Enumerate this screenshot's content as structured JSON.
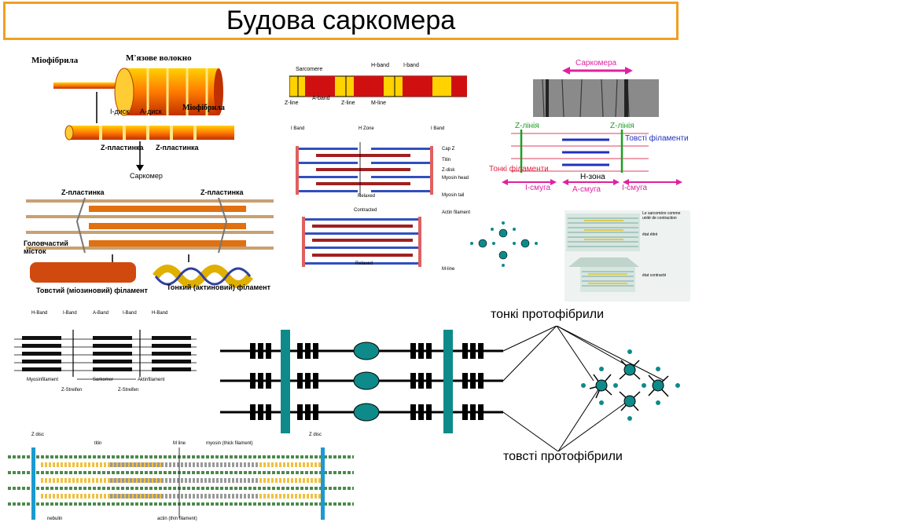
{
  "title": "Будова саркомера",
  "panel_fiber": {
    "myofibril": "Міофібрила",
    "muscle_fiber": "М'язове волокно",
    "myofibril2": "Міофібрила",
    "i_disc": "І-диск",
    "a_disc": "А-диск",
    "z_plate1": "Z-пластинка",
    "z_plate2": "Z-пластинка",
    "sarcomere": "Саркомер",
    "z_plate3": "Z-пластинка",
    "z_plate4": "Z-пластинка",
    "head": "Головчастий місток",
    "thick": "Товстий (міозиновий) філамент",
    "thin": "Тонкий (актиновий) філамент"
  },
  "panel_bands": {
    "sarcomere": "Sarcomere",
    "h_band": "H-band",
    "i_band": "I-band",
    "z_line": "Z-line",
    "a_band": "A-band",
    "z_line2": "Z-line",
    "m_line": "M-line"
  },
  "panel_relaxed": {
    "i_band1": "I Band",
    "h_zone": "H Zone",
    "i_band2": "I Band",
    "capz": "Cap Z",
    "titin": "Titin",
    "zdisk": "Z-disk",
    "myosin_head": "Myosin head",
    "myosin_tail": "Myosin tail",
    "relaxed": "Relaxed",
    "contracted": "Contracted",
    "actin": "Actin filament",
    "relaxed2": "Relaxed",
    "mline": "M-line"
  },
  "panel_em": {
    "sarcomere": "Саркомера",
    "z1": "Z-лінія",
    "z2": "Z-лінія",
    "thick": "Товсті філаменти",
    "thin": "Тонкі філаменти",
    "hzone": "Н-зона",
    "i1": "І-смуга",
    "a": "А-смуга",
    "i2": "І-смуга"
  },
  "panel_french": {
    "l1": "Le sarcomère comme unité de contraction",
    "l2": "état étiré",
    "l3": "état contracté"
  },
  "panel_german": {
    "h1": "H-Band",
    "i1": "I-Band",
    "a": "A-Band",
    "i2": "I-Band",
    "h2": "H-Band",
    "myosin": "Myosinfilament",
    "sarkomer": "Sarkomer",
    "aktin": "Aktinfilament",
    "z1": "Z-Streifen",
    "z2": "Z-Streifen"
  },
  "panel_proto": {
    "thin": "тонкі протофібрили",
    "thick": "товсті протофібрили"
  },
  "panel_bottom": {
    "zdisc1": "Z disc",
    "titin": "titin",
    "mline": "M line",
    "myosin": "myosin (thick filament)",
    "zdisc2": "Z disc",
    "nebulin": "nebulin",
    "actin": "actin (thin filament)"
  },
  "colors": {
    "title_border": "#f0a020",
    "teal": "#0e8a8a",
    "magenta": "#e020a0",
    "fiber_red": "#cc2200",
    "fiber_yellow": "#ffcc00"
  }
}
